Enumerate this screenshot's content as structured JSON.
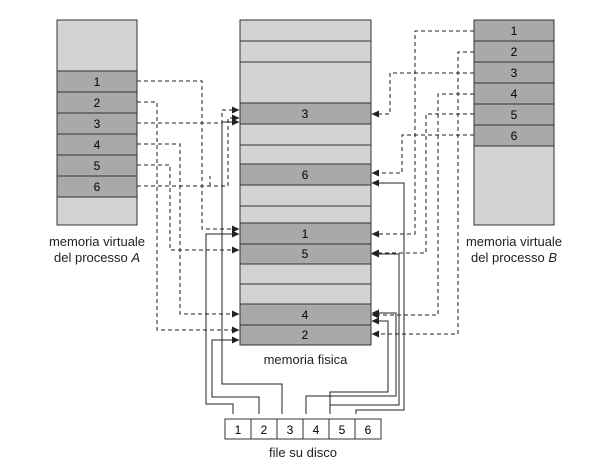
{
  "virtual_a": {
    "label_line1": "memoria virtuale",
    "label_line2_prefix": "del processo ",
    "label_line2_italic": "A",
    "pages": [
      "1",
      "2",
      "3",
      "4",
      "5",
      "6"
    ]
  },
  "physical": {
    "label": "memoria fisica",
    "frames": [
      "3",
      "6",
      "1",
      "5",
      "4",
      "2"
    ]
  },
  "virtual_b": {
    "label_line1": "memoria virtuale",
    "label_line2_prefix": "del processo ",
    "label_line2_italic": "B",
    "pages": [
      "1",
      "2",
      "3",
      "4",
      "5",
      "6"
    ]
  },
  "disk": {
    "label": "file su disco",
    "blocks": [
      "1",
      "2",
      "3",
      "4",
      "5",
      "6"
    ]
  },
  "colors": {
    "light_gray": "#d3d3d3",
    "dark_gray": "#a9a9a9",
    "stroke": "#333333"
  }
}
